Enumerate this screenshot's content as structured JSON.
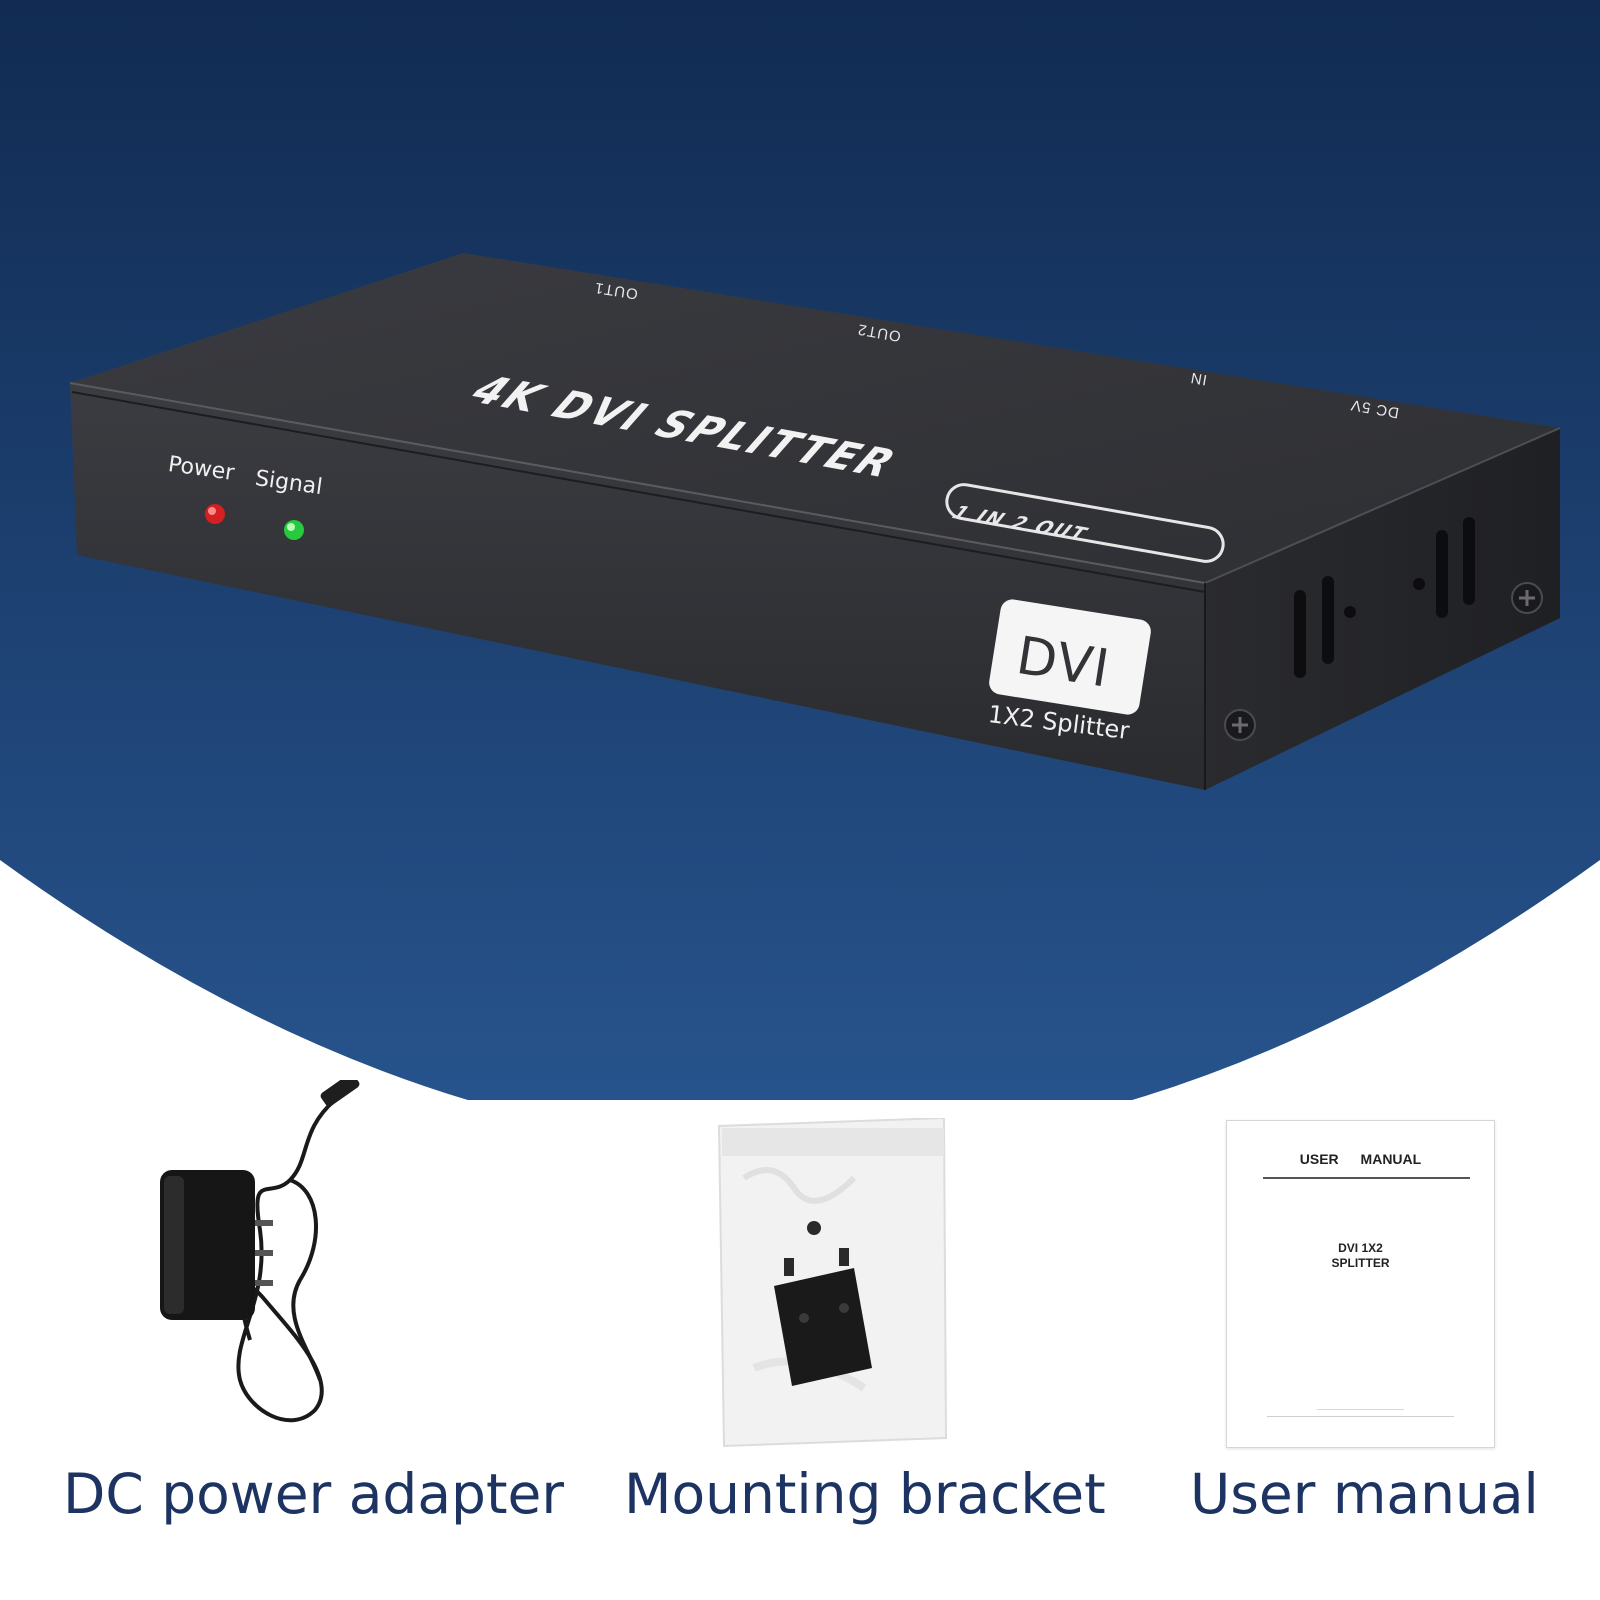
{
  "device": {
    "port_labels": {
      "out1": "OUT1",
      "out2": "OUT2",
      "in": "IN",
      "dc": "DC 5V"
    },
    "top_title": "4K DVI SPLITTER",
    "top_badge": "1 IN 2 OUT",
    "led_labels": {
      "power": "Power",
      "signal": "Signal"
    },
    "logo_text": "DVI",
    "model_text": "1X2 Splitter"
  },
  "accessories": [
    {
      "caption": "DC power adapter"
    },
    {
      "caption": "Mounting bracket"
    },
    {
      "caption": "User manual"
    }
  ],
  "manual": {
    "title": "USER MANUAL",
    "subtitle": "DVI 1X2\nSPLITTER"
  },
  "colors": {
    "bg_top": "#112b52",
    "bg_bottom": "#28558f",
    "caption": "#1d3462",
    "device_body": "#2c2d31",
    "power_led": "#d42020",
    "signal_led": "#27c93f"
  }
}
